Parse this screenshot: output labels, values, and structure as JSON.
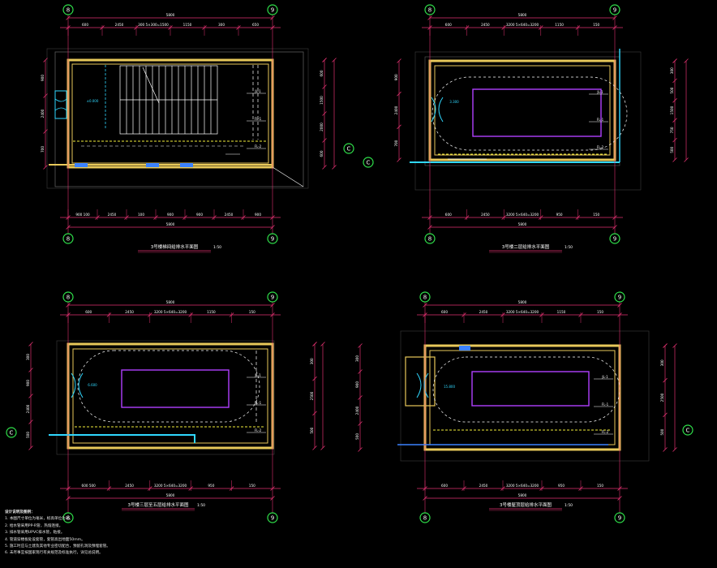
{
  "colors": {
    "background": "#000000",
    "wall": "#e8c95a",
    "dimension": "#e0316f",
    "axis": "#2fe04a",
    "pipe": "#b040ff",
    "water": "#30d8ff",
    "fixture": "#ffffff",
    "grey": "#6a6a6a",
    "yellow": "#f2ee3a"
  },
  "plans": [
    {
      "id": "plan-1",
      "kind": "stair",
      "title": "3号楼梯间给排水平面图",
      "scale": "1:50",
      "axis_left": "8",
      "axis_right": "9",
      "axis_side": "C",
      "dim_total_top": "5800",
      "dim_total_bottom": "5800",
      "dim_segments_top": [
        "600",
        "2450",
        "300 5×300=1500",
        "1150",
        "300",
        "650"
      ],
      "dim_segments_bottom": [
        "900 100",
        "2450",
        "100",
        "900",
        "900",
        "2450",
        "900"
      ],
      "dim_segments_right": [
        "600",
        "1500",
        "2000",
        "600"
      ],
      "dim_segments_left": [
        "900",
        "2400",
        "700"
      ],
      "elevation_label": "±0.000",
      "tag_labels": [
        "JL-1",
        "FL-1",
        "FL-2"
      ]
    },
    {
      "id": "plan-2",
      "kind": "pool",
      "title": "3号楼二层给排水平面图",
      "scale": "1:50",
      "axis_left": "8",
      "axis_right": "9",
      "axis_side": "C",
      "dim_total_top": "5800",
      "dim_total_bottom": "5800",
      "dim_segments_top": [
        "600",
        "2450",
        "3200 5×640=3200",
        "1150",
        "150"
      ],
      "dim_segments_bottom": [
        "600",
        "2450",
        "3200 5×640=3200",
        "950",
        "150"
      ],
      "dim_segments_right": [
        "300",
        "500",
        "1500",
        "750",
        "500"
      ],
      "dim_segments_left": [
        "900",
        "2400",
        "700"
      ],
      "elevation_label": "3.300",
      "tag_labels": [
        "JL-1",
        "FL-1",
        "FL-2"
      ]
    },
    {
      "id": "plan-3",
      "kind": "pool",
      "title": "3号楼三层至五层给排水平面图",
      "scale": "1:50",
      "axis_left": "8",
      "axis_right": "9",
      "axis_side": "C",
      "dim_total_top": "5800",
      "dim_total_bottom": "5800",
      "dim_segments_top": [
        "600",
        "2450",
        "3200 5×640=3200",
        "1150",
        "150"
      ],
      "dim_segments_bottom": [
        "600 500",
        "2450",
        "3200 5×640=3200",
        "950",
        "150"
      ],
      "dim_segments_right": [
        "300",
        "2500",
        "500"
      ],
      "dim_segments_left": [
        "300",
        "900",
        "2400",
        "500"
      ],
      "elevation_label": "6.600",
      "tag_labels": [
        "JL-1",
        "FL-1",
        "FL-2"
      ]
    },
    {
      "id": "plan-4",
      "kind": "pool",
      "title": "3号楼屋顶层给排水平面图",
      "scale": "1:50",
      "axis_left": "8",
      "axis_right": "9",
      "axis_side": "C",
      "dim_total_top": "5800",
      "dim_total_bottom": "5800",
      "dim_segments_top": [
        "600",
        "2450",
        "3200 5×640=3200",
        "1150",
        "150"
      ],
      "dim_segments_bottom": [
        "600",
        "2450",
        "3200 5×640=3200",
        "950",
        "150"
      ],
      "dim_segments_right": [
        "300",
        "2500",
        "500"
      ],
      "dim_segments_left": [
        "300",
        "900",
        "2400",
        "500"
      ],
      "elevation_label": "15.800",
      "tag_labels": [
        "JL-1",
        "FL-1",
        "FL-2"
      ]
    }
  ],
  "notes": {
    "heading": "设计说明及图例：",
    "items": [
      "1. 本图尺寸单位为毫米，标高单位为米。",
      "2. 给水管采用PP-R管，热熔连接。",
      "3. 排水管采用UPVC排水管，粘接。",
      "4. 管道穿楼板处设套管，套管高出地面50mm。",
      "5. 施工时应与土建及其他专业密切配合，预留孔洞及预埋套管。",
      "6. 未尽事宜按国家现行有关规范及标准执行，详见总说明。"
    ]
  }
}
